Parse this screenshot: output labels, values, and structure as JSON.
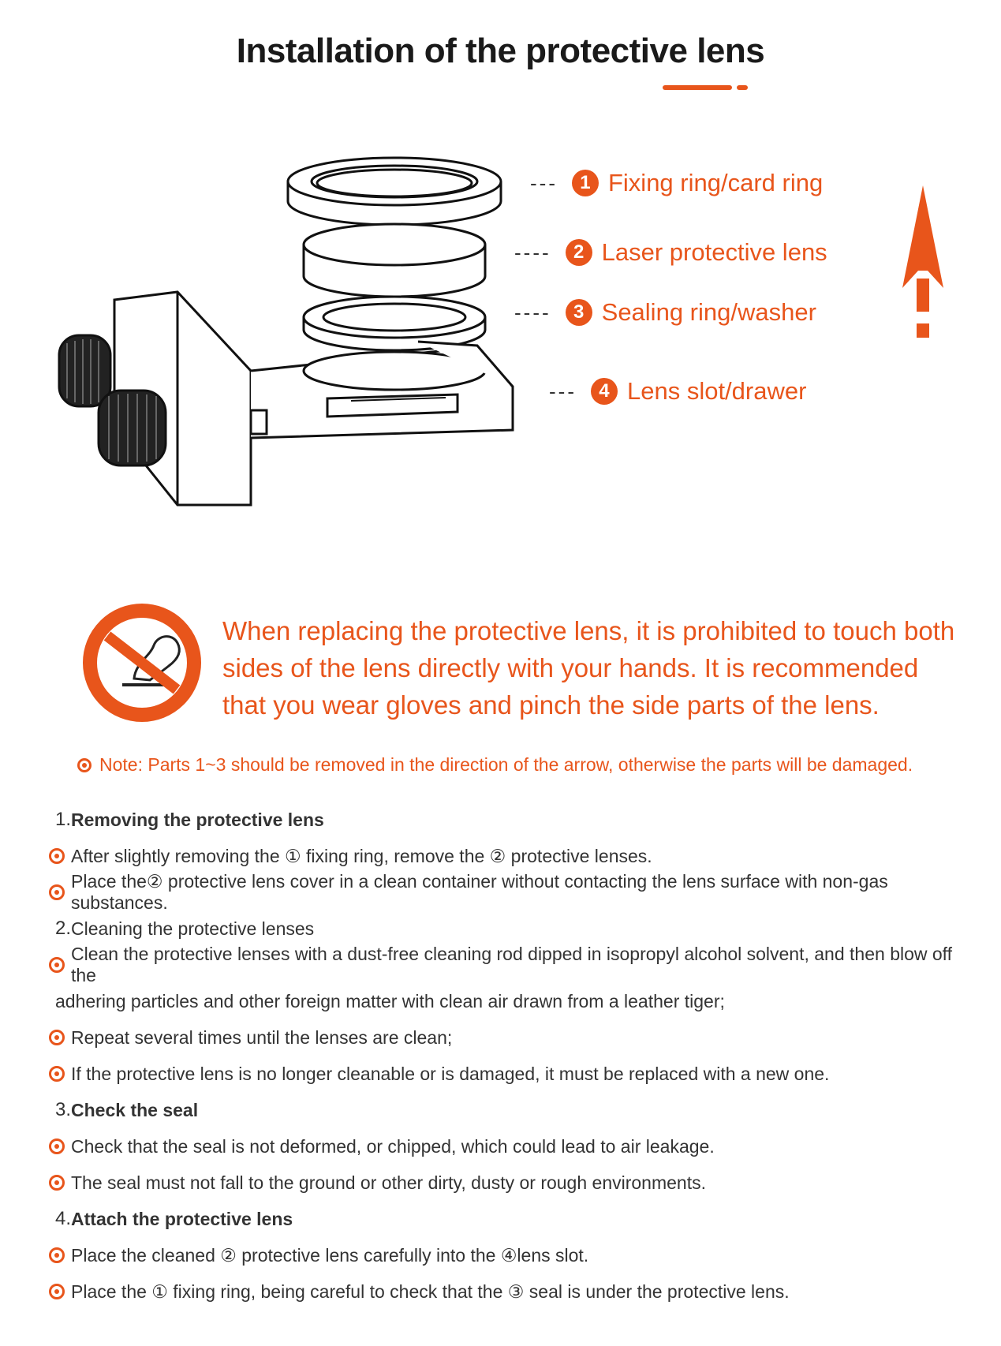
{
  "title": "Installation of the protective lens",
  "parts": [
    {
      "num": "1",
      "label": "Fixing ring/card ring"
    },
    {
      "num": "2",
      "label": "Laser protective lens"
    },
    {
      "num": "3",
      "label": "Sealing ring/washer"
    },
    {
      "num": "4",
      "label": "Lens slot/drawer"
    }
  ],
  "warning": "When replacing the protective lens, it is prohibited to touch both sides of the lens directly with your hands. It is recommended that you wear gloves and pinch the side parts of the lens.",
  "note": "Note: Parts 1~3 should be removed in the direction of the arrow, otherwise the parts will be damaged.",
  "steps": {
    "s1_num": "1.",
    "s1_head": "Removing the protective lens",
    "s1_b1": "After slightly removing the ① fixing ring, remove the ② protective lenses.",
    "s1_b2": "Place the② protective lens cover in a clean container without contacting the lens surface with non-gas substances.",
    "s2_num": "2.",
    "s2_head": "Cleaning the protective lenses",
    "s2_b1": "Clean the protective lenses with a dust-free cleaning rod dipped in isopropyl alcohol solvent, and then blow off the",
    "s2_b1_cont": "adhering particles and other foreign matter with clean air drawn from a leather tiger;",
    "s2_b2": "Repeat several times until the lenses are clean;",
    "s2_b3": "If the protective lens is no longer cleanable or is damaged, it must be replaced with a new one.",
    "s3_num": "3.",
    "s3_head": "Check the seal",
    "s3_b1": "Check that the seal is not deformed, or chipped, which could lead to air leakage.",
    "s3_b2": "The seal must not fall to the ground or other dirty, dusty or rough environments.",
    "s4_num": "4.",
    "s4_head": "Attach the protective lens",
    "s4_b1": "Place the cleaned ② protective lens carefully into the ④lens slot.",
    "s4_b2": "Place the ① fixing ring, being careful to check that the ③ seal is under the protective lens."
  },
  "colors": {
    "accent": "#e8551b",
    "text": "#333333"
  }
}
